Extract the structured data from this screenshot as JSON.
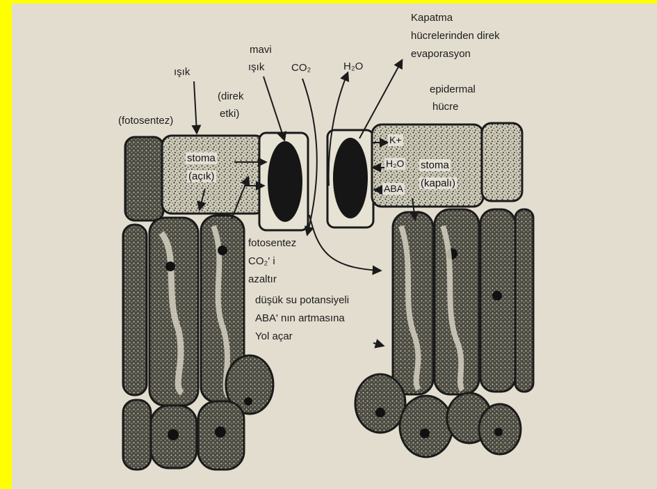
{
  "labels": {
    "isik": "ışık",
    "fotosentez_top": "(fotosentez)",
    "mavi": "mavi",
    "mavi_isik": "ışık",
    "direk": "(direk",
    "etki": "etki)",
    "co2": "CO₂",
    "h2o": "H₂O",
    "kapatma1": "Kapatma",
    "kapatma2": "hücrelerinden direk",
    "kapatma3": "evaporasyon",
    "epidermal1": "epidermal",
    "epidermal2": "hücre",
    "stoma_open1": "stoma",
    "stoma_open2": "(açık)",
    "k_plus": "K+",
    "h2o_cell": "H₂O",
    "stoma_closed1": "stoma",
    "stoma_closed2": "(kapalı)",
    "aba_cell": "ABA",
    "fotosentez_mid": "fotosentez",
    "co2_mid": "CO₂' i",
    "azaltir": "azaltır",
    "dusuk": "düşük su potansiyeli",
    "aba_line": "ABA' nın artmasına",
    "yol": "Yol açar"
  },
  "colors": {
    "frame": "#ffff00",
    "paper": "#e3ddd0",
    "guard_cell": "#161616"
  }
}
